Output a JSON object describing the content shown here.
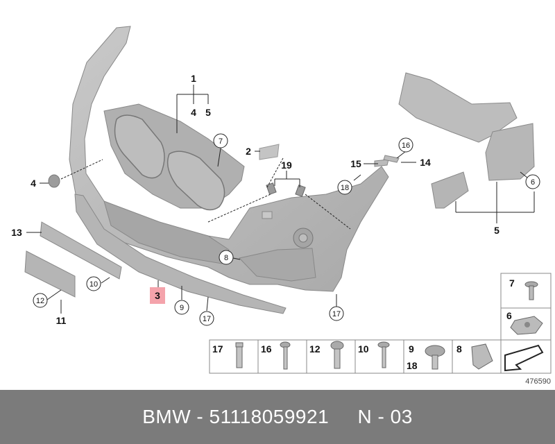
{
  "diagram": {
    "callouts": {
      "c1": "1",
      "c4a": "4",
      "c5a": "5",
      "c2": "2",
      "c7": "7",
      "c19": "19",
      "c15": "15",
      "c16": "16",
      "c14": "14",
      "c18": "18",
      "c6": "6",
      "c5b": "5",
      "c4b": "4",
      "c13": "13",
      "c8": "8",
      "c10": "10",
      "c12": "12",
      "c11": "11",
      "c3": "3",
      "c9": "9",
      "c17a": "17",
      "c17b": "17"
    },
    "parts_legend": {
      "top_cells": [
        {
          "num": "7"
        },
        {
          "num": "6"
        }
      ],
      "bottom_cells": [
        {
          "num": "17"
        },
        {
          "num": "16"
        },
        {
          "num": "12"
        },
        {
          "num": "10"
        },
        {
          "num": "9",
          "num2": "18"
        },
        {
          "num": "8"
        }
      ]
    },
    "diagram_id": "476590",
    "highlight_color": "#f4a3ab",
    "part_fill": "#b9b9b9"
  },
  "footer": {
    "text": "BMW - 51118059921     N - 03"
  }
}
